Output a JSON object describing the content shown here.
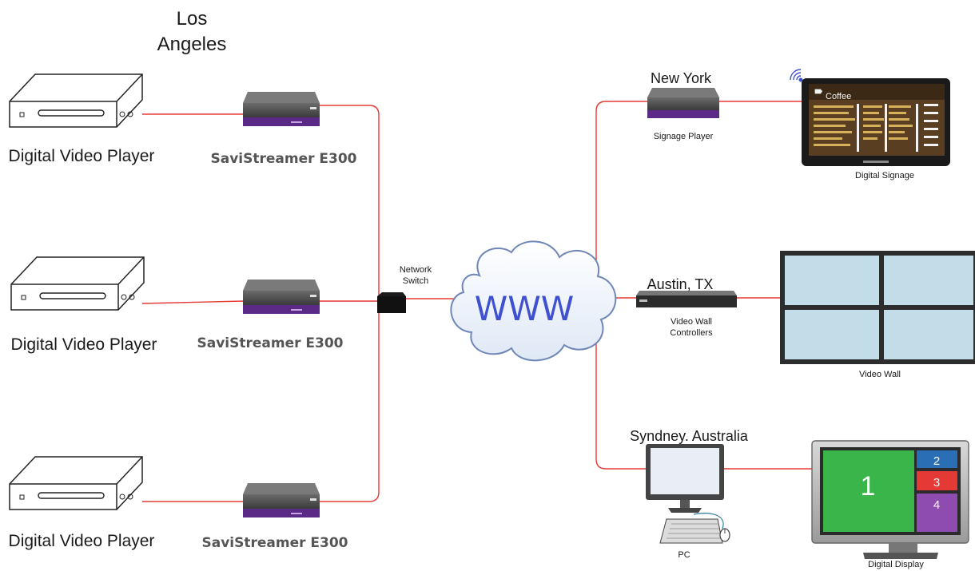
{
  "site_label": "Los\nAngeles",
  "players": [
    {
      "label": "Digital Video Player"
    },
    {
      "label": "Digital Video Player"
    },
    {
      "label": "Digital Video Player"
    }
  ],
  "streamers": [
    {
      "label": "SaviStreamer E300"
    },
    {
      "label": "SaviStreamer E300"
    },
    {
      "label": "SaviStreamer E300"
    }
  ],
  "network_switch": {
    "label": "Network\nSwitch"
  },
  "cloud": {
    "label": "WWW"
  },
  "branches": [
    {
      "city": "New York",
      "device_label": "Signage Player",
      "endpoint_label": "Digital Signage",
      "screen_title": "Coffee"
    },
    {
      "city": "Austin, TX",
      "device_label": "Video Wall\nControllers",
      "endpoint_label": "Video Wall"
    },
    {
      "city": "Syndney. Australia",
      "device_label": "PC",
      "endpoint_label": "Digital Display",
      "tiles": [
        "1",
        "2",
        "3",
        "4"
      ]
    }
  ],
  "colors": {
    "link": "#e53935",
    "device_purple": "#5b2a86",
    "cloud_text": "#3f51d0",
    "tile_green": "#39b54a",
    "tile_blue": "#2a6fb5",
    "tile_red": "#e53935",
    "tile_purple": "#8e4bb0"
  }
}
